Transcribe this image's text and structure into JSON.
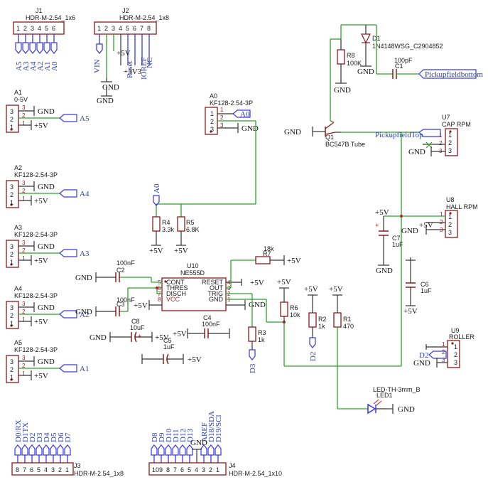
{
  "j1": {
    "ref": "J1",
    "value": "HDR-M-2.54_1x6",
    "pins": [
      "1",
      "2",
      "3",
      "4",
      "5",
      "6"
    ],
    "nets": [
      "A5",
      "A3",
      "A4",
      "A2",
      "A1",
      "A0"
    ]
  },
  "j2": {
    "ref": "J2",
    "value": "HDR-M-2.54_1x8",
    "pins": [
      "1",
      "2",
      "3",
      "4",
      "5",
      "6",
      "7",
      "8"
    ],
    "nets": [
      "VIN",
      "+5V",
      "+3V3",
      "Reset",
      "IOREF",
      "NC"
    ],
    "plus5": "+5V",
    "plus3": "+3V3",
    "gnd1": "GND",
    "gnd2": "GND"
  },
  "a1": {
    "ref": "A1",
    "value": "0-5V",
    "pins": [
      "3",
      "2",
      "1"
    ],
    "gnd": "GND",
    "plus5": "+5V",
    "net": "A5"
  },
  "a2": {
    "ref": "A2",
    "value": "KF128-2.54-3P",
    "pins": [
      "3",
      "2",
      "1"
    ],
    "gnd": "GND",
    "plus5": "+5V",
    "net": "A4"
  },
  "a3": {
    "ref": "A3",
    "value": "KF128-2.54-3P",
    "pins": [
      "3",
      "2",
      "1"
    ],
    "gnd": "GND",
    "plus5": "+5V",
    "net": "A3"
  },
  "a4": {
    "ref": "A4",
    "value": "KF128-2.54-3P",
    "pins": [
      "3",
      "2",
      "1"
    ],
    "gnd": "GND",
    "plus5": "+5V",
    "net": "A2"
  },
  "a5": {
    "ref": "A5",
    "value": "KF128-2.54-3P",
    "pins": [
      "3",
      "2",
      "1"
    ],
    "gnd": "GND",
    "plus5": "+5V",
    "net": "A1"
  },
  "a0": {
    "ref": "A0",
    "value": "KF128-2.54-3P",
    "pins": [
      "1",
      "2",
      "3"
    ],
    "net": "A0",
    "gnd": "GND"
  },
  "r4": {
    "ref": "R4",
    "value": "3.3k",
    "net": "A0",
    "plus5": "+5V"
  },
  "r5": {
    "ref": "R5",
    "value": "6.8K",
    "plus5": "+5V"
  },
  "d1": {
    "ref": "D1",
    "value": "1N4148WSG_C2904852",
    "gnd": "GND"
  },
  "r8": {
    "ref": "R8",
    "value": "100K",
    "gnd": "GND"
  },
  "c1": {
    "ref": "C1",
    "value": "100pF",
    "net": "Pickupfieldbottom"
  },
  "q1": {
    "ref": "Q1",
    "value": "BC547B Tube",
    "gnd": "GND"
  },
  "u7": {
    "ref": "U7",
    "value": "CAP RPM",
    "net": "PickupfieldTop",
    "pins": [
      "1",
      "2",
      "3"
    ],
    "gnd": "GND"
  },
  "u8": {
    "ref": "U8",
    "value": "HALL RPM",
    "pins": [
      "1",
      "2",
      "3"
    ],
    "plus5": "+5V",
    "gnd": "GND"
  },
  "c7": {
    "ref": "C7",
    "value": "1uF",
    "plus5": "+5V",
    "gnd": "GND"
  },
  "c6": {
    "ref": "C6",
    "value": "1uF",
    "plus5": "+5V"
  },
  "u10": {
    "ref": "U10",
    "value": "NE555D",
    "left": [
      {
        "n": "5",
        "name": "CONT"
      },
      {
        "n": "6",
        "name": "THRES"
      },
      {
        "n": "7",
        "name": "DISCH"
      },
      {
        "n": "8",
        "name": "VCC"
      }
    ],
    "right": [
      {
        "n": "4",
        "name": "RESET"
      },
      {
        "n": "3",
        "name": "OUT"
      },
      {
        "n": "2",
        "name": "TRIG"
      },
      {
        "n": "1",
        "name": "GND"
      }
    ],
    "plus5": "+5V",
    "gnd": "GND"
  },
  "r7": {
    "ref": "R7",
    "value": "18k",
    "plus5": "+5V"
  },
  "c2": {
    "ref": "C2",
    "value": "100nF",
    "gnd": "GND"
  },
  "c3": {
    "ref": "C3",
    "value": "100nF",
    "gnd": "GND"
  },
  "c8": {
    "ref": "C8",
    "value": "10uF",
    "gnd": "GND",
    "plus5": "+5V"
  },
  "c4": {
    "ref": "C4",
    "value": "100nF",
    "plus5": "+5V"
  },
  "c5": {
    "ref": "C5",
    "value": "1uF",
    "plus5": "+5V"
  },
  "r3": {
    "ref": "R3",
    "value": "1k",
    "net": "D3"
  },
  "r6": {
    "ref": "R6",
    "value": "10k",
    "plus5": "+5V"
  },
  "r2": {
    "ref": "R2",
    "value": "1k",
    "plus5": "+5V",
    "net": "D2"
  },
  "r1": {
    "ref": "R1",
    "value": "470",
    "plus5": "+5V"
  },
  "led1": {
    "footprint": "LED-TH-3mm_B",
    "ref": "LED1",
    "gnd": "GND"
  },
  "u9": {
    "ref": "U9",
    "value": "ROLLER",
    "pins": [
      "1",
      "2",
      "3"
    ],
    "net": "D2",
    "gnd": "GND"
  },
  "j3": {
    "ref": "J3",
    "value": "HDR-M-2.54_1x8",
    "pins": [
      "8",
      "7",
      "6",
      "5",
      "4",
      "3",
      "2",
      "1"
    ],
    "nets": [
      "D0/RX",
      "D1TX",
      "D2",
      "D3",
      "D4",
      "D5",
      "D6",
      "D7"
    ]
  },
  "j4": {
    "ref": "J4",
    "value": "HDR-M-2.54_1x10",
    "pins": [
      "10",
      "9",
      "8",
      "7",
      "6",
      "5",
      "4",
      "3",
      "2",
      "1"
    ],
    "nets": [
      "D8",
      "D9",
      "D10",
      "D11",
      "D12",
      "D13",
      "GND",
      "AREF",
      "D18/SDA",
      "D19/SCl"
    ],
    "gnd": "GND"
  }
}
